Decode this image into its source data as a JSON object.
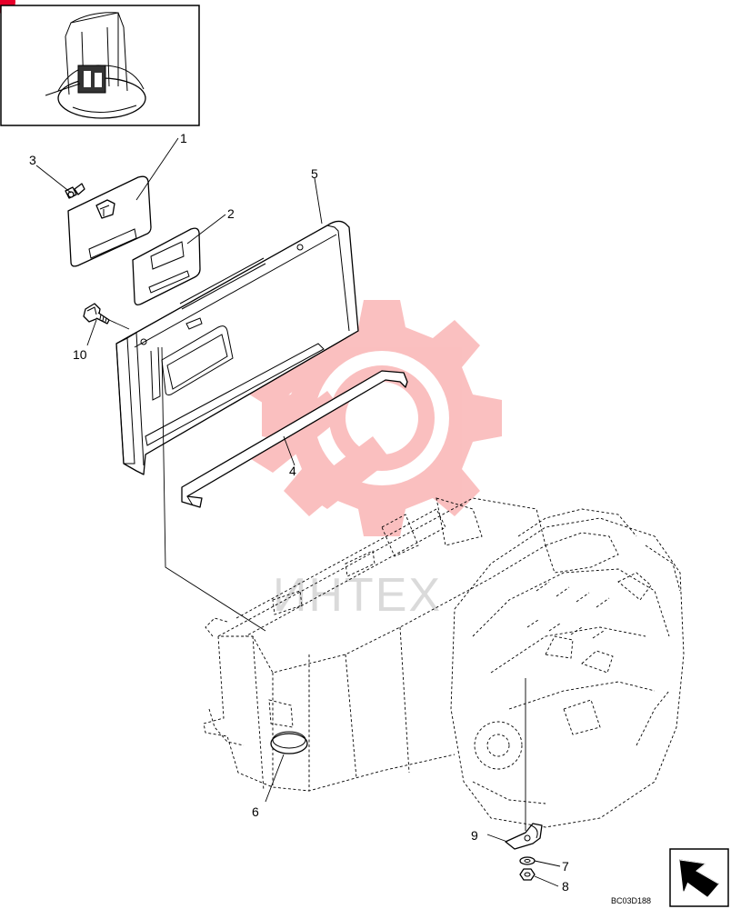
{
  "diagram_code": "BC03D188",
  "watermark_text": "ИНТЕХ",
  "watermark_color": "#f25a5a",
  "callouts": {
    "c1": "1",
    "c2": "2",
    "c3": "3",
    "c4": "4",
    "c5": "5",
    "c6": "6",
    "c7": "7",
    "c8": "8",
    "c9": "9",
    "c10": "10"
  },
  "icons": {
    "corner_marker": "red-corner-dot-icon",
    "navigation": "back-arrow-icon"
  }
}
